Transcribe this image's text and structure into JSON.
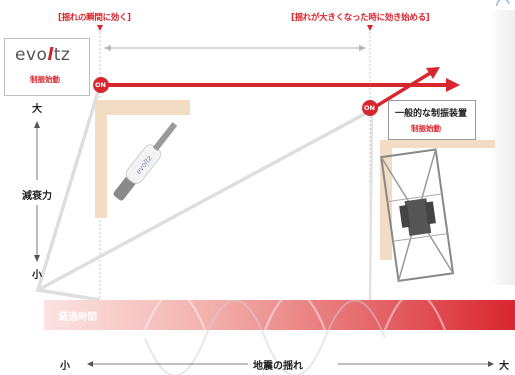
{
  "top_left_label": "[揺れの瞬間に効く]",
  "top_right_label": "[揺れが大きくなった時に効き始める]",
  "evoltz": {
    "logo_pre": "evo",
    "logo_mark": "l",
    "logo_post": "tz",
    "subtitle": "制振始動"
  },
  "on_label": "ON",
  "general_device": {
    "title": "一般的な制振装置",
    "subtitle": "制振始動"
  },
  "damping_axis": {
    "title": "減衰力",
    "high": "大",
    "low": "小"
  },
  "elapsed_time_label": "経過時間",
  "shaking_axis": {
    "title": "地震の揺れ",
    "low": "小",
    "high": "大"
  },
  "colors": {
    "accent_red": "#d8262e",
    "beige": "#f2dcc4",
    "gray_line": "#d9d9d9"
  }
}
